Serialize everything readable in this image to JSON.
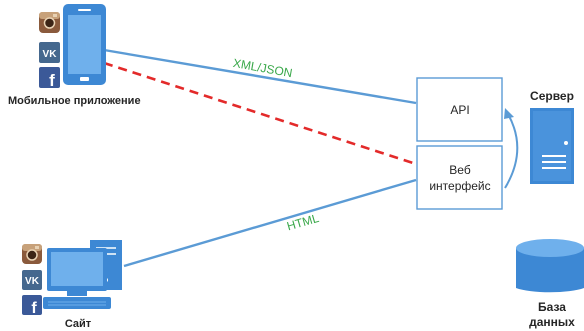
{
  "colors": {
    "line_blue": "#5b9bd5",
    "line_red": "#e32a2a",
    "label_green": "#3aa84a",
    "box_stroke": "#5b9bd5",
    "box_fill": "#ffffff",
    "device_blue": "#3d88d4",
    "device_light": "#6fb0ec",
    "text_dark": "#262626"
  },
  "labels": {
    "mobile_app": "Мобильное приложение",
    "website": "Сайт",
    "api": "API",
    "web_interface_line1": "Веб",
    "web_interface_line2": "интерфейс",
    "server": "Сервер",
    "database_line1": "База",
    "database_line2": "данных",
    "xml_json": "XML/JSON",
    "html": "HTML"
  },
  "icons": {
    "top_group": [
      "instagram-icon",
      "vk-icon",
      "facebook-icon"
    ],
    "bottom_group": [
      "instagram-icon",
      "vk-icon",
      "facebook-icon"
    ],
    "devices": [
      "smartphone-icon",
      "desktop-computer-icon",
      "server-icon",
      "database-icon"
    ]
  }
}
